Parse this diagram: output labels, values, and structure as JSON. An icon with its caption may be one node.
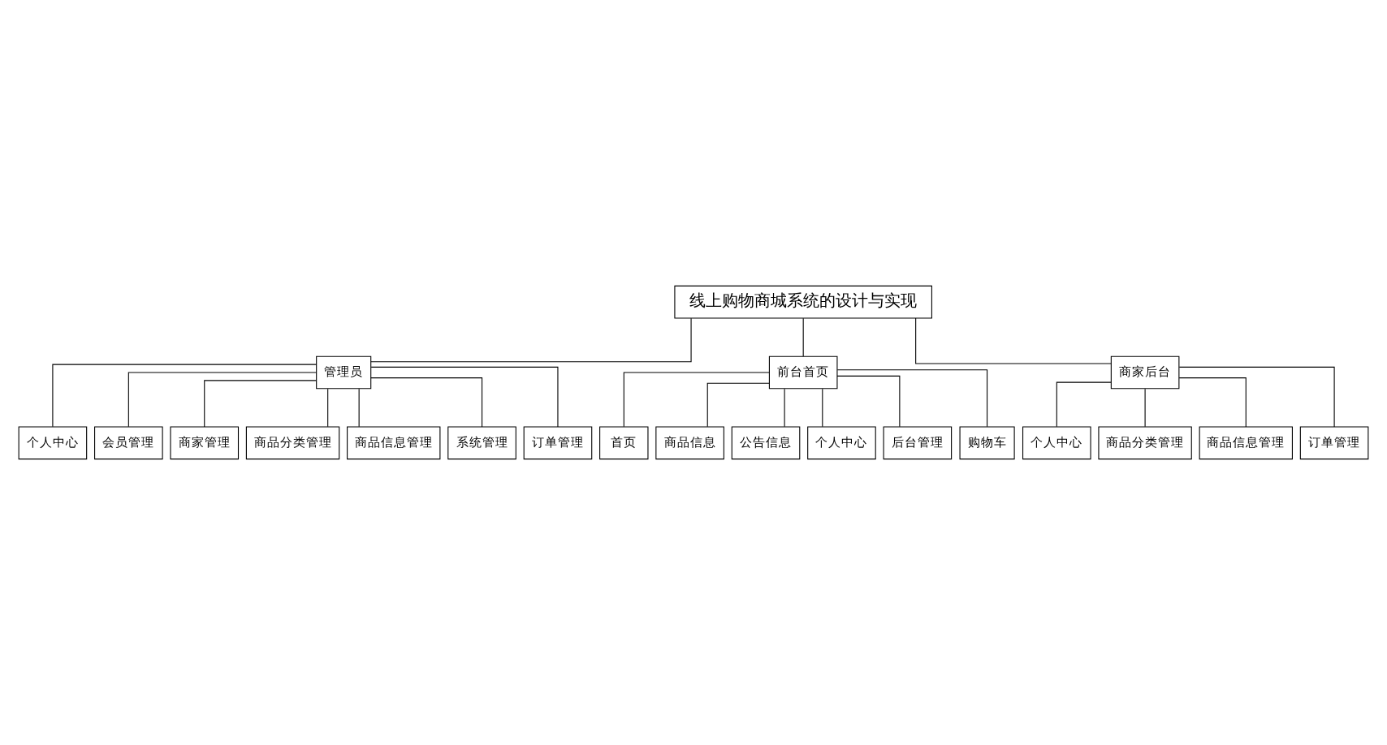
{
  "diagram": {
    "nodes": [
      {
        "text": [
          "线上购物商城系统的设计与实现"
        ]
      },
      {
        "text": [
          "管理员"
        ]
      },
      {
        "text": [
          "前台首页"
        ]
      },
      {
        "text": [
          "商家后台"
        ]
      },
      {
        "text": [
          "个人中心"
        ]
      },
      {
        "text": [
          "会员管理"
        ]
      },
      {
        "text": [
          "商家管理"
        ]
      },
      {
        "text": [
          "商品分类管理"
        ]
      },
      {
        "text": [
          "商品信息管理"
        ]
      },
      {
        "text": [
          "系统管理"
        ]
      },
      {
        "text": [
          "订单管理"
        ]
      },
      {
        "text": [
          "首页"
        ]
      },
      {
        "text": [
          "商品信息"
        ]
      },
      {
        "text": [
          "公告信息"
        ]
      },
      {
        "text": [
          "个人中心"
        ]
      },
      {
        "text": [
          "后台管理"
        ]
      },
      {
        "text": [
          "购物车"
        ]
      },
      {
        "text": [
          "个人中心"
        ]
      },
      {
        "text": [
          "商品分类管理"
        ]
      },
      {
        "text": [
          "商品信息管理"
        ]
      },
      {
        "text": [
          "订单管理"
        ]
      }
    ],
    "edges": [
      {
        "from": 0,
        "to": 1,
        "arrow": "none"
      },
      {
        "from": 0,
        "to": 2,
        "arrow": "none"
      },
      {
        "from": 0,
        "to": 3,
        "arrow": "none"
      },
      {
        "from": 1,
        "to": 4,
        "arrow": "none"
      },
      {
        "from": 1,
        "to": 5,
        "arrow": "none"
      },
      {
        "from": 1,
        "to": 6,
        "arrow": "none"
      },
      {
        "from": 1,
        "to": 7,
        "arrow": "none"
      },
      {
        "from": 1,
        "to": 8,
        "arrow": "none"
      },
      {
        "from": 1,
        "to": 9,
        "arrow": "none"
      },
      {
        "from": 1,
        "to": 10,
        "arrow": "none"
      },
      {
        "from": 2,
        "to": 11,
        "arrow": "none"
      },
      {
        "from": 2,
        "to": 12,
        "arrow": "none"
      },
      {
        "from": 2,
        "to": 13,
        "arrow": "none"
      },
      {
        "from": 2,
        "to": 14,
        "arrow": "none"
      },
      {
        "from": 2,
        "to": 15,
        "arrow": "none"
      },
      {
        "from": 2,
        "to": 16,
        "arrow": "none"
      },
      {
        "from": 3,
        "to": 17,
        "arrow": "none"
      },
      {
        "from": 3,
        "to": 18,
        "arrow": "none"
      },
      {
        "from": 3,
        "to": 19,
        "arrow": "none"
      },
      {
        "from": 3,
        "to": 20,
        "arrow": "none"
      }
    ]
  }
}
